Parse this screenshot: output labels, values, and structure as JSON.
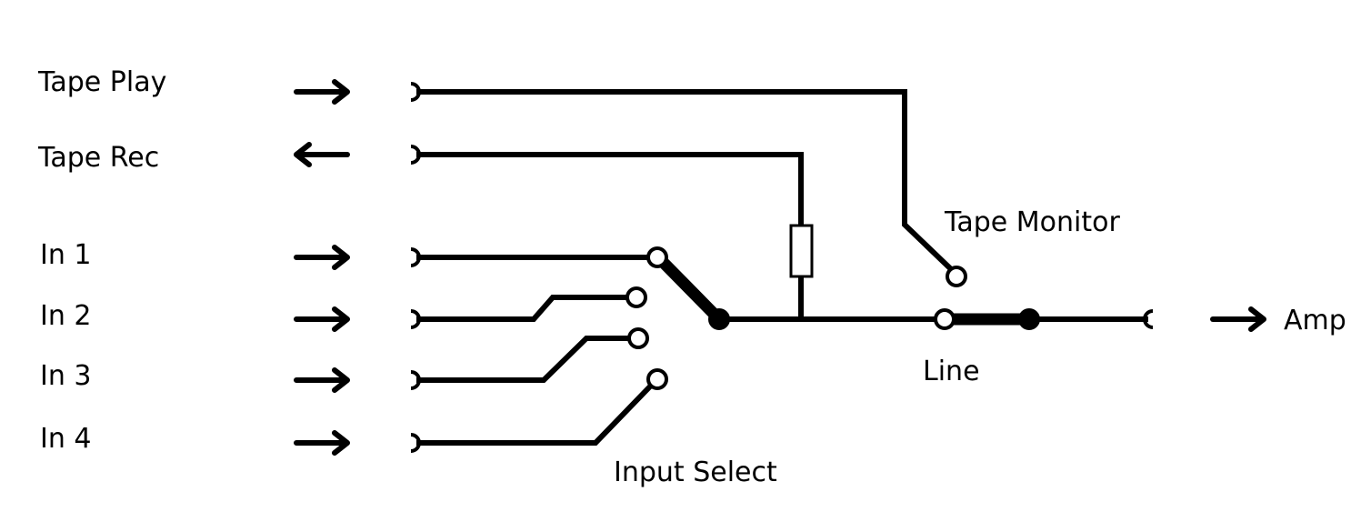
{
  "labels": {
    "tape_play": "Tape Play",
    "tape_rec": "Tape Rec",
    "in1": "In 1",
    "in2": "In 2",
    "in3": "In 3",
    "in4": "In 4",
    "tape_monitor": "Tape Monitor",
    "line": "Line",
    "input_select": "Input Select",
    "amp": "Amp"
  },
  "input_select": {
    "positions": [
      "In 1",
      "In 2",
      "In 3",
      "In 4"
    ],
    "selected": "In 1"
  },
  "tape_monitor_switch": {
    "positions": [
      "Tape Monitor",
      "Line"
    ],
    "selected": "Line"
  },
  "colors": {
    "ink": "#000000",
    "background": "#ffffff"
  }
}
